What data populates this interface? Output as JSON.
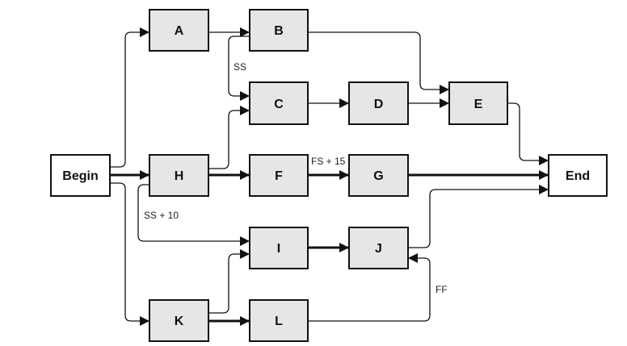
{
  "nodes": {
    "begin": "Begin",
    "end": "End",
    "a": "A",
    "b": "B",
    "c": "C",
    "d": "D",
    "e": "E",
    "f": "F",
    "g": "G",
    "h": "H",
    "i": "I",
    "j": "J",
    "k": "K",
    "l": "L"
  },
  "relationships": {
    "b_c": "SS",
    "f_g": "FS + 15",
    "h_i": "SS + 10",
    "l_j": "FF"
  },
  "colors": {
    "activity_fill": "#e6e6e6",
    "stroke": "#111111"
  }
}
